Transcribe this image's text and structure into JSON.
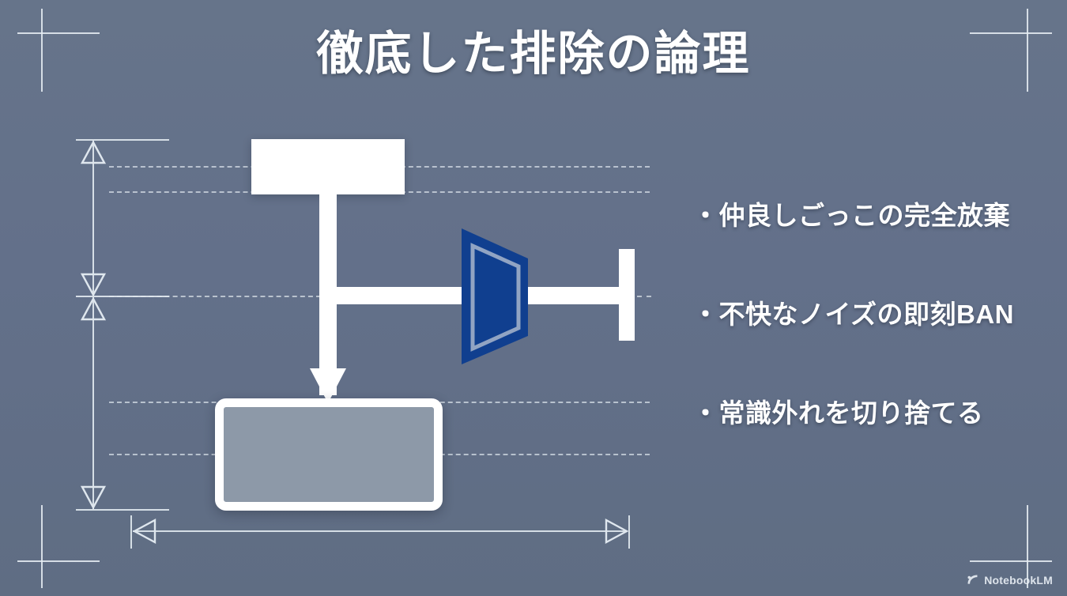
{
  "slide": {
    "title": "徹底した排除の論理",
    "background_color": "#64748b",
    "accent_blue": "#103f8f",
    "line_color": "#dfe7ee",
    "box_fill_gray": "#8d99a8"
  },
  "bullets": [
    {
      "marker": "・",
      "text": "仲良しごっこの完全放棄"
    },
    {
      "marker": "・",
      "text": "不快なノイズの即刻BAN"
    },
    {
      "marker": "・",
      "text": "常識外れを切り捨てる"
    }
  ],
  "diagram": {
    "top_node_label": "",
    "bottom_node_label": "",
    "gate_label": "",
    "icons": {
      "corner_mark": "registration-cross",
      "vertical_dimension": "dimension-arrow-vertical",
      "horizontal_dimension": "dimension-arrow-horizontal",
      "flow_arrow": "down-arrow",
      "gate": "blue-trapezoid-gate"
    }
  },
  "watermark": {
    "icon": "notebooklm-spiral-icon",
    "label": "NotebookLM"
  }
}
